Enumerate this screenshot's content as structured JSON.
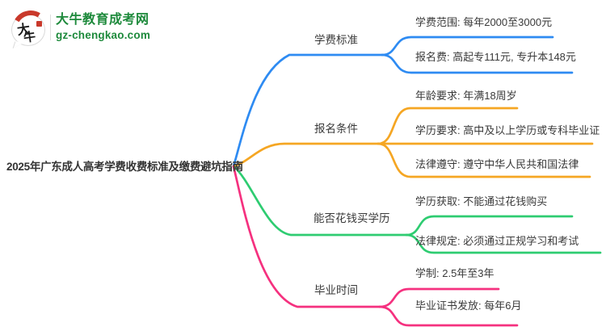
{
  "logo": {
    "icon_char_top": "大",
    "icon_char_bottom": "牛",
    "site_name": "大牛教育成考网",
    "site_url": "gz-chengkao.com",
    "brand_green": "#1e8a3c",
    "seal_red": "#c9392b"
  },
  "center": {
    "title": "2025年广东成人高考学费收费标准及缴费避坑指南"
  },
  "branches": [
    {
      "label": "学费标准",
      "color": "#2e8bf2",
      "children": [
        "学费范围: 每年2000至3000元",
        "报名费: 高起专111元, 专升本148元"
      ]
    },
    {
      "label": "报名条件",
      "color": "#f5a623",
      "children": [
        "年龄要求: 年满18周岁",
        "学历要求: 高中及以上学历或专科毕业证",
        "法律遵守: 遵守中华人民共和国法律"
      ]
    },
    {
      "label": "能否花钱买学历",
      "color": "#2ecc71",
      "children": [
        "学历获取: 不能通过花钱购买",
        "法律规定: 必须通过正规学习和考试"
      ]
    },
    {
      "label": "毕业时间",
      "color": "#f5317f",
      "children": [
        "学制: 2.5年至3年",
        "毕业证书发放: 每年6月"
      ]
    }
  ]
}
